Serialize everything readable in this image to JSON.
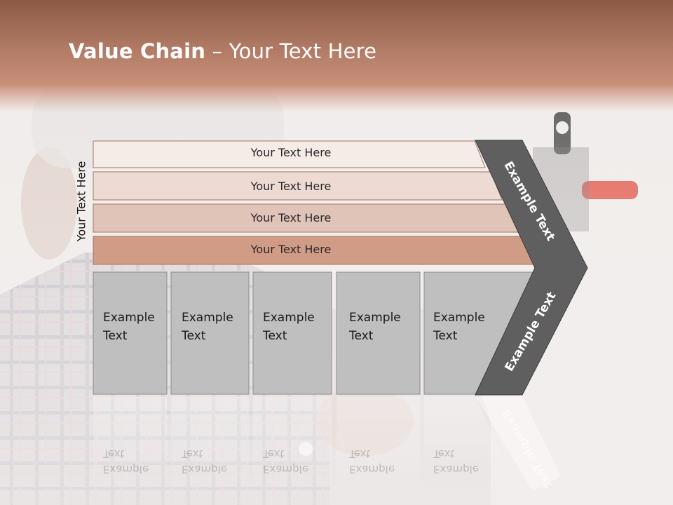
{
  "title": {
    "bold": "Value Chain",
    "rest": " – Your Text Here"
  },
  "side_label": "Your Text Here",
  "bands": [
    "Your Text Here",
    "Your Text Here",
    "Your Text Here",
    "Your Text Here"
  ],
  "cells": [
    {
      "line1": "Example",
      "line2": "Text"
    },
    {
      "line1": "Example",
      "line2": "Text"
    },
    {
      "line1": "Example",
      "line2": "Text"
    },
    {
      "line1": "Example",
      "line2": "Text"
    },
    {
      "line1": "Example",
      "line2": "Text"
    }
  ],
  "chevron_labels": {
    "upper": "Example Text",
    "lower": "Example Text"
  },
  "colors": {
    "header_top": "#8c5a45",
    "header_bottom": "#c98f78",
    "band1": "#f5ebe7",
    "band2": "#ecdad3",
    "band3": "#e1c4b8",
    "band4": "#d19c85",
    "cell": "#c0c0c0",
    "chevron": "#5f5f5f"
  }
}
